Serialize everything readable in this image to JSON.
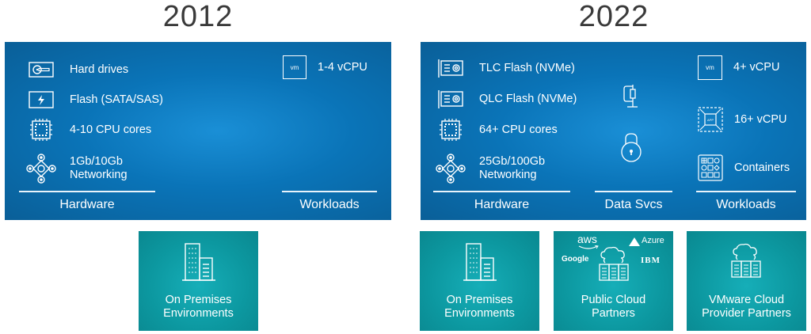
{
  "columns": [
    {
      "year": "2012",
      "hardware": {
        "items": [
          {
            "icon": "hard-drive-icon",
            "label": "Hard drives"
          },
          {
            "icon": "flash-drive-icon",
            "label": "Flash (SATA/SAS)"
          },
          {
            "icon": "cpu-chip-icon",
            "label": "4-10 CPU cores"
          },
          {
            "icon": "network-icon",
            "label": "1Gb/10Gb",
            "label2": "Networking"
          }
        ],
        "category": "Hardware"
      },
      "workloads": {
        "items": [
          {
            "icon": "vm-icon",
            "icon_text": "vm",
            "label": "1-4 vCPU"
          }
        ],
        "category": "Workloads"
      },
      "environments": [
        {
          "icon": "building-icon",
          "label": "On Premises",
          "label2": "Environments"
        }
      ]
    },
    {
      "year": "2022",
      "hardware": {
        "items": [
          {
            "icon": "nvme-card-icon",
            "label": "TLC Flash (NVMe)"
          },
          {
            "icon": "nvme-card-icon",
            "label": "QLC Flash (NVMe)"
          },
          {
            "icon": "cpu-chip-icon",
            "label": "64+ CPU cores"
          },
          {
            "icon": "network-icon",
            "label": "25Gb/100Gb",
            "label2": "Networking"
          }
        ],
        "category": "Hardware"
      },
      "data_services": {
        "items": [
          {
            "icon": "compression-clamp-icon"
          },
          {
            "icon": "lock-icon"
          }
        ],
        "category": "Data Svcs"
      },
      "workloads": {
        "items": [
          {
            "icon": "vm-icon",
            "icon_text": "vm",
            "label": "4+ vCPU"
          },
          {
            "icon": "app-icon",
            "icon_text": "APP",
            "label": "16+ vCPU"
          },
          {
            "icon": "containers-icon",
            "label": "Containers"
          }
        ],
        "category": "Workloads"
      },
      "environments": [
        {
          "icon": "building-icon",
          "label": "On Premises",
          "label2": "Environments"
        },
        {
          "icon": "cloud-servers-icon",
          "label": "Public Cloud",
          "label2": "Partners",
          "brands": [
            "aws",
            "Azure",
            "Google",
            "IBM"
          ]
        },
        {
          "icon": "cloud-servers-icon",
          "label": "VMware Cloud",
          "label2": "Provider Partners"
        }
      ]
    }
  ],
  "colors": {
    "panel_blue": "#0a74b8",
    "tile_teal": "#0c979f",
    "year_text": "#3a3a3a"
  }
}
